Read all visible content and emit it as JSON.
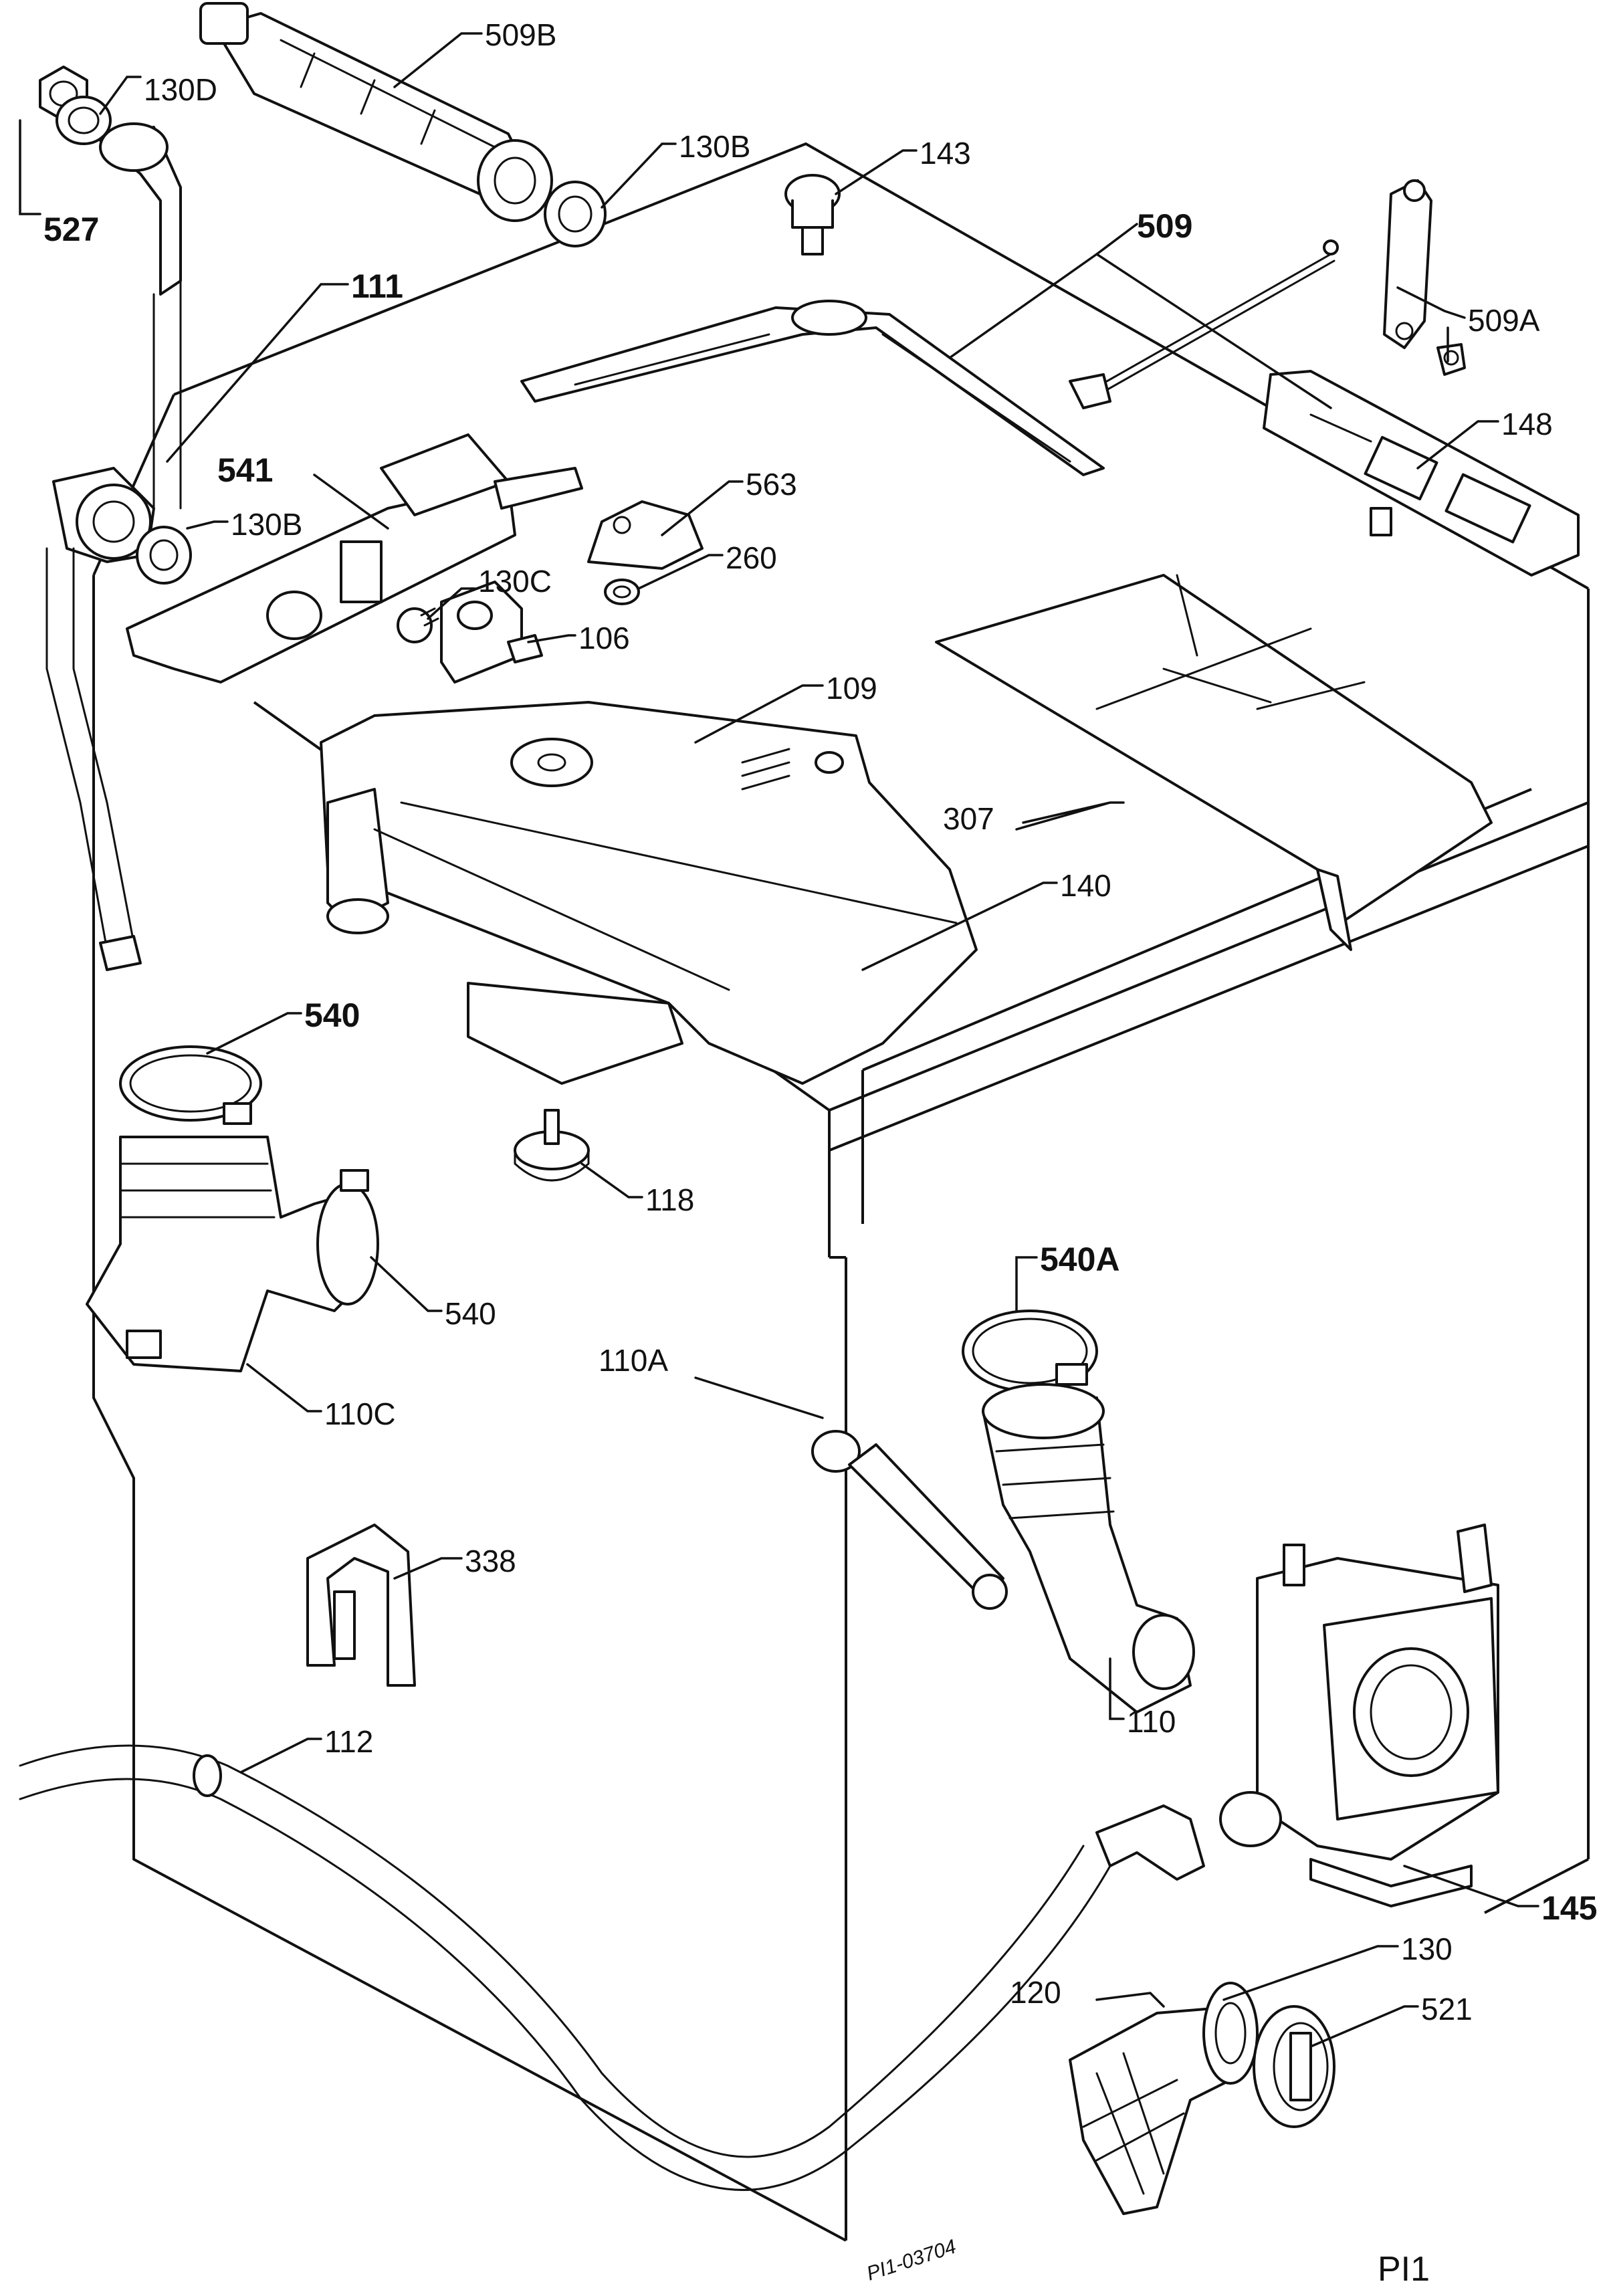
{
  "labels": {
    "509B": "509B",
    "130D": "130D",
    "527": "527",
    "130B_top": "130B",
    "143": "143",
    "509": "509",
    "509A": "509A",
    "111": "111",
    "148": "148",
    "541": "541",
    "130B_mid": "130B",
    "563": "563",
    "260": "260",
    "130C": "130C",
    "106": "106",
    "109": "109",
    "307": "307",
    "140": "140",
    "540_top": "540",
    "118": "118",
    "540_mid": "540",
    "540A": "540A",
    "110C": "110C",
    "110A": "110A",
    "338": "338",
    "110": "110",
    "112": "112",
    "145": "145",
    "130": "130",
    "120": "120",
    "521": "521"
  },
  "drawing_code": "PI1-03704",
  "sheet_id": "PI1"
}
